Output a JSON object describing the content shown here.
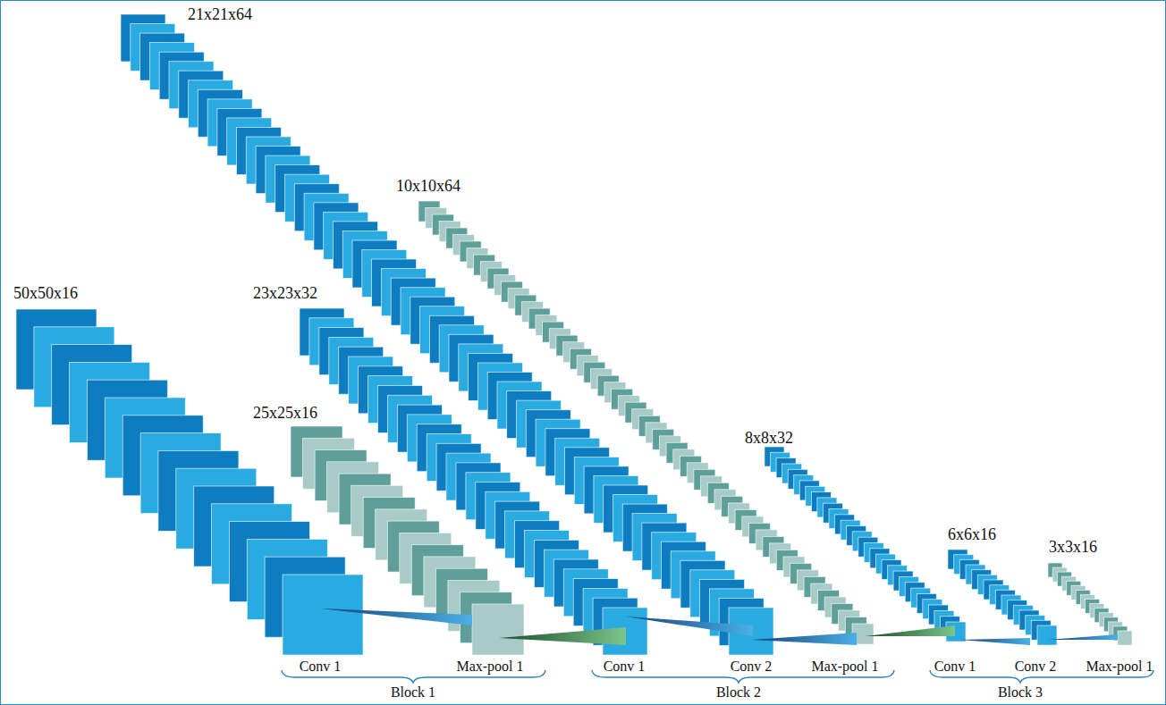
{
  "diagram": {
    "labels": [
      "21x21x64",
      "10x10x64",
      "50x50x16",
      "23x23x32",
      "25x25x16",
      "8x8x32",
      "6x6x16",
      "3x3x16",
      "Conv 1",
      "Max-pool 1",
      "Conv 1",
      "Conv 2",
      "Max-pool 1",
      "Conv 1",
      "Conv 2",
      "Max-pool 1",
      "Block 1",
      "Block 2",
      "Block 3"
    ]
  }
}
